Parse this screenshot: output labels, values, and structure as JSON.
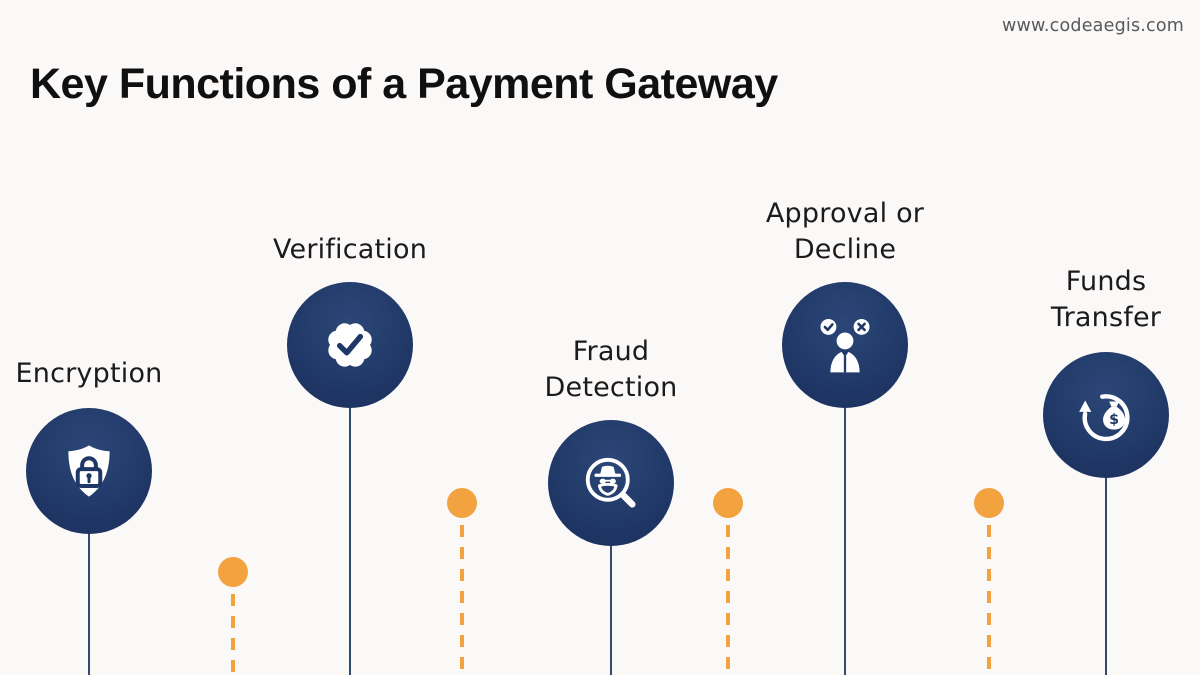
{
  "site": {
    "url": "www.codeaegis.com"
  },
  "header": {
    "title": "Key Functions of a Payment Gateway"
  },
  "items": [
    {
      "label": "Encryption",
      "icon": "shield-lock-icon"
    },
    {
      "label": "Verification",
      "icon": "verified-badge-icon"
    },
    {
      "label": "Fraud\nDetection",
      "icon": "spy-magnifier-icon"
    },
    {
      "label": "Approval or\nDecline",
      "icon": "user-approve-decline-icon"
    },
    {
      "label": "Funds\nTransfer",
      "icon": "money-bag-transfer-icon"
    }
  ],
  "theme": {
    "background": "#fbf8f8",
    "circle_gradient_center": "#2b4677",
    "circle_gradient_edge": "#1a2e5c",
    "line_color": "#324a70",
    "accent_orange": "#f2a340",
    "title_color": "#101010",
    "label_color": "#1b1b1b",
    "url_color": "#595959"
  }
}
